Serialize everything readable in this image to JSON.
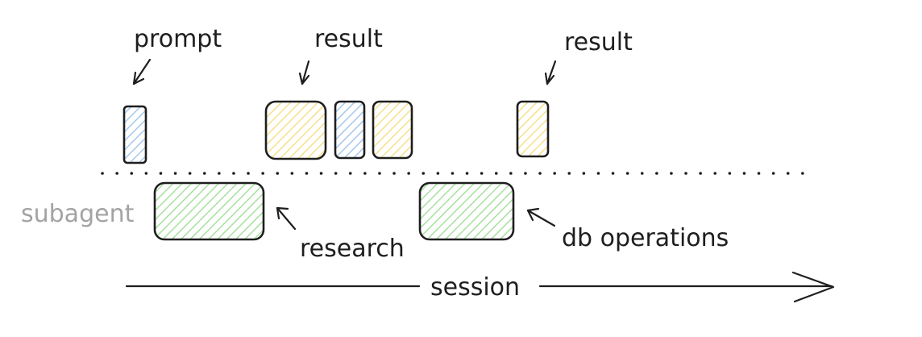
{
  "labels": {
    "prompt": "prompt",
    "result_1": "result",
    "result_2": "result",
    "subagent": "subagent",
    "research": "research",
    "db_operations": "db operations",
    "session": "session"
  },
  "colors": {
    "stroke": "#1e1e1e",
    "muted_text": "#a3a3a3",
    "blue_fill": "#a5c8ec",
    "yellow_fill": "#f5e08a",
    "green_fill": "#a8e0a0"
  }
}
